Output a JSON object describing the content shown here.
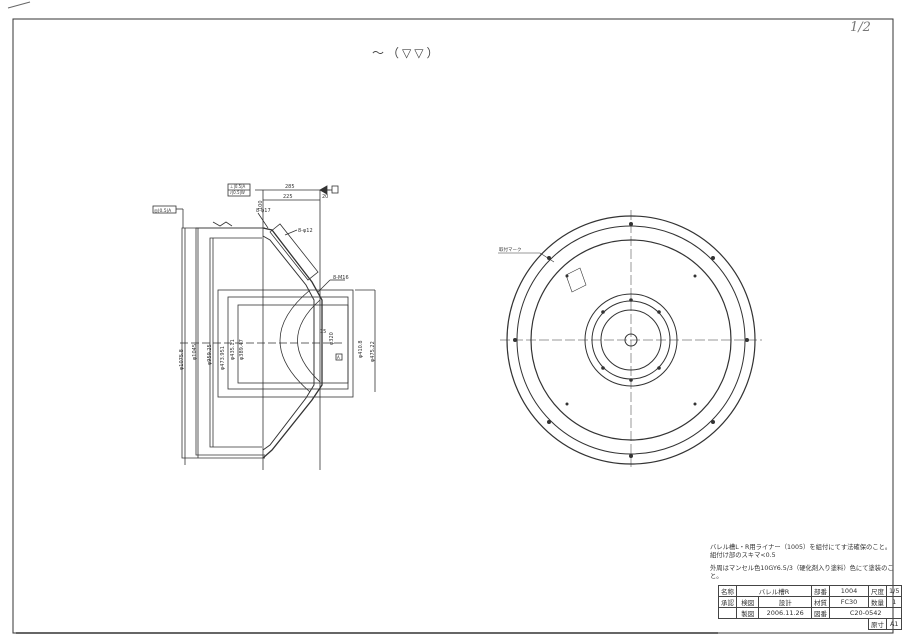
{
  "page_number": "1/2",
  "finish_mark": "〜（▽▽）",
  "section_view": {
    "dimensions": [
      "285",
      "225",
      "20",
      "100",
      "8-φ17",
      "8-φ12",
      "8-M16",
      "φ1075.8",
      "φ1045",
      "φ959.25",
      "φ473.951",
      "φ435.11",
      "φ389.47",
      "φ475.22",
      "φ410.8",
      "φ320",
      "R",
      "R",
      "15",
      "A",
      "A"
    ],
    "tolerance_frames": [
      "◎|0.5|A",
      "⊥|0.5|A",
      "⫽|0.5|W"
    ]
  },
  "plan_view": {
    "label": "取付マーク"
  },
  "notes": [
    "バレル槽L・R用ライナー（1005）を組付にてす法確保のこと。組付け部のスキマ<0.5",
    "外周はマンセル色10GY6.5/3（硬化剤入り塗料）色にて塗装のこと。"
  ],
  "title_block": {
    "name_label": "名称",
    "name": "バレル槽R",
    "part_no_label": "部番",
    "part_no": "1004",
    "scale_label": "尺度",
    "scale": "1/5",
    "material_label": "材質",
    "material": "FC30",
    "qty_label": "数量",
    "qty": "1",
    "approve_label": "承認",
    "check_label": "検図",
    "design_label": "設計",
    "drawn_label": "製図",
    "date": "2006.11.26",
    "drawing_no_label": "図番",
    "drawing_no": "C20-0542",
    "size_label": "原寸",
    "size": "A1"
  }
}
